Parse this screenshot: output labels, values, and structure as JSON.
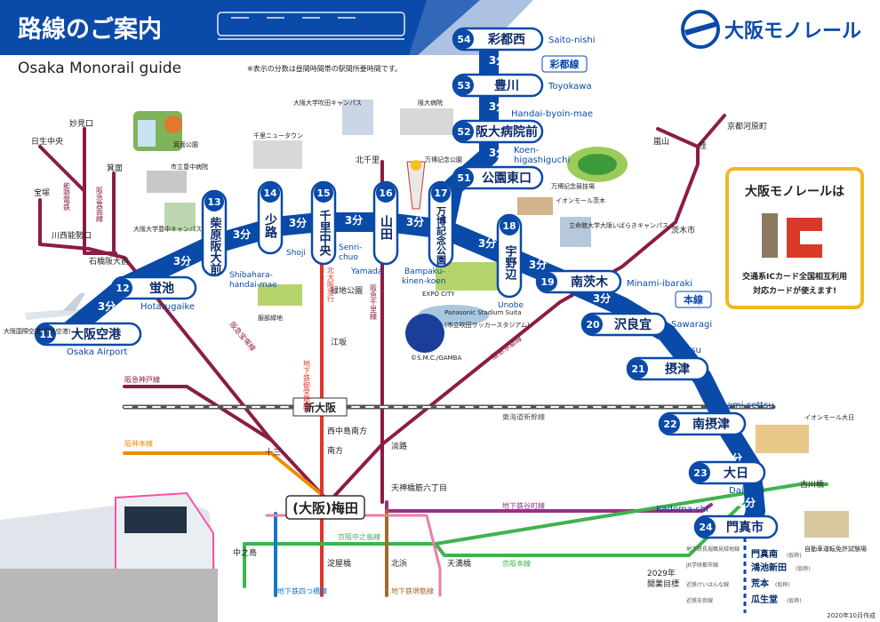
{
  "header": {
    "title": "路線のご案内",
    "subtitle": "Osaka Monorail guide",
    "note": "※表示の分数は昼間時間帯の駅間所要時間です。",
    "brand": "大阪モノレール"
  },
  "line_labels": {
    "saito": "彩都線",
    "main": "本線"
  },
  "times": {
    "t_54_53": "3分",
    "t_53_52": "3分",
    "t_52_51": "3分",
    "t_51_17": "3分",
    "t_11_12": "3分",
    "t_12_13": "3分",
    "t_13_14": "3分",
    "t_14_15": "3分",
    "t_15_16": "3分",
    "t_16_17": "3分",
    "t_17_18": "3分",
    "t_18_19": "3分",
    "t_19_20": "3分",
    "t_20_21": "3分",
    "t_21_22": "3分",
    "t_22_23": "3分",
    "t_23_24": "2分"
  },
  "stations": {
    "s54": {
      "num": "54",
      "name": "彩都西",
      "en": "Saito-nishi"
    },
    "s53": {
      "num": "53",
      "name": "豊川",
      "en": "Toyokawa"
    },
    "s52": {
      "num": "52",
      "name": "阪大病院前",
      "en": "Handai-byoin-mae"
    },
    "s51": {
      "num": "51",
      "name": "公園東口",
      "en1": "Koen-",
      "en2": "higashiguchi"
    },
    "s11": {
      "num": "11",
      "name": "大阪空港",
      "en": "Osaka Airport"
    },
    "s12": {
      "num": "12",
      "name": "蛍池",
      "en": "Hotarugaike"
    },
    "s13": {
      "num": "13",
      "name": "柴原阪大前",
      "en1": "Shibahara-",
      "en2": "handai-mae"
    },
    "s14": {
      "num": "14",
      "name": "少路",
      "en": "Shoji"
    },
    "s15": {
      "num": "15",
      "name": "千里中央",
      "en1": "Senri-",
      "en2": "chuo"
    },
    "s16": {
      "num": "16",
      "name": "山田",
      "en": "Yamada"
    },
    "s17": {
      "num": "17",
      "name": "万博記念公園",
      "en1": "Bampaku-",
      "en2": "kinen-koen"
    },
    "s18": {
      "num": "18",
      "name": "宇野辺",
      "en": "Unobe"
    },
    "s19": {
      "num": "19",
      "name": "南茨木",
      "en": "Minami-ibaraki"
    },
    "s20": {
      "num": "20",
      "name": "沢良宜",
      "en": "Sawaragi"
    },
    "s21": {
      "num": "21",
      "name": "摂津",
      "en": "Settsu"
    },
    "s22": {
      "num": "22",
      "name": "南摂津",
      "en": "Minami-settsu"
    },
    "s23": {
      "num": "23",
      "name": "大日",
      "en": "Dainichi"
    },
    "s24": {
      "num": "24",
      "name": "門真市",
      "en": "Kadoma-shi"
    }
  },
  "places": {
    "itami_airport": "大阪国際空港(伊丹空港)",
    "minoh_park": "箕面公園",
    "toyonaka_hospital": "市立豊中病院",
    "handai_toyonaka": "大阪大学豊中キャンパス",
    "senri_newtown": "千里ニュータウン",
    "handai_suita": "大阪大学吹田キャンパス",
    "handai_hospital": "阪大病院",
    "expo_park": "万博記念公園",
    "expo_stadium": "万博記念競技場",
    "aeon_ibaraki": "イオンモール茨木",
    "ritsumei": "立命館大学大阪いばらきキャンパス",
    "expocity": "EXPO CITY",
    "stadium_en": "Panasonic Stadium Suita",
    "stadium_jp": "(市立吹田サッカースタジアム)",
    "copyright": "©S.M.C./GAMBA",
    "hattori_park": "服部緑地",
    "aeon_dainichi": "イオンモール大日",
    "license_center": "自動車運転免許試験場"
  },
  "rail_stations": {
    "myokenguchi": "妙見口",
    "nissekinaka": "日生中央",
    "mino": "箕面",
    "takarazuka": "宝塚",
    "kawanishi": "川西能勢口",
    "ishibashi": "石橋阪大前",
    "kitasenri": "北千里",
    "arashiyama": "嵐山",
    "katsura": "桂",
    "kyotokawaramachi": "京都河原町",
    "ibarakishi": "茨木市",
    "ryokuchikoen": "緑地公園",
    "esaka": "江坂",
    "shinosaka": "新大阪",
    "nishinakajimaminamigata": "西中島南方",
    "minamikata": "南方",
    "awaji": "淡路",
    "juso": "十三",
    "umeda": "(大阪)梅田",
    "tenjinbashi": "天神橋筋六丁目",
    "furukawabashi": "古川橋",
    "nakanoshima": "中之島",
    "yodoyabashi": "淀屋橋",
    "kitahama": "北浜",
    "temmabashi": "天満橋"
  },
  "lines": {
    "nose": "能勢電鉄",
    "hankyu_mino": "阪急箕面線",
    "hankyu_takarazuka": "阪急宝塚線",
    "kitakyu": "北大阪急行",
    "senri_line": "阪急千里線",
    "hankyu_kyoto": "阪急京都線",
    "hankyu_kobe": "阪急神戸線",
    "hanshin": "阪神本線",
    "midosuji": "地下鉄御堂筋線",
    "shinkansen": "東海道新幹線",
    "tanimachi": "地下鉄谷町線",
    "keihan_nakanoshima": "京阪中之島線",
    "keihan_main": "京阪本線",
    "yotsubashi": "地下鉄四つ橋線",
    "sakaisuji": "地下鉄堺筋線"
  },
  "extension": {
    "target_year": "2029年",
    "target_label": "開業目標",
    "row1_note": "地下鉄長堀鶴見緑地線",
    "row1_name": "門真南",
    "row2_note": "JR学研都市線",
    "row2_name": "鴻池新田",
    "row3_note": "近鉄けいはんな線",
    "row3_name": "荒本",
    "row4_note": "近鉄奈良線",
    "row4_name": "瓜生堂",
    "planned": "(仮称)"
  },
  "ic_card": {
    "title": "大阪モノレールは",
    "line1": "交通系ICカード全国相互利用",
    "line2": "対応カードが使えます!"
  },
  "footer_date": "2020年10月作成",
  "colors": {
    "monorail_blue": "#0a4aa8",
    "hankyu_maroon": "#8c1c46",
    "midosuji_red": "#e5332a",
    "tanimachi_purple": "#9b2f86",
    "keihan_green": "#3fb34f",
    "sakaisuji_brown": "#a06b2c",
    "yotsubashi_blue": "#1478c8",
    "hanshin_orange": "#f08c00",
    "jr_gray": "#777777"
  }
}
